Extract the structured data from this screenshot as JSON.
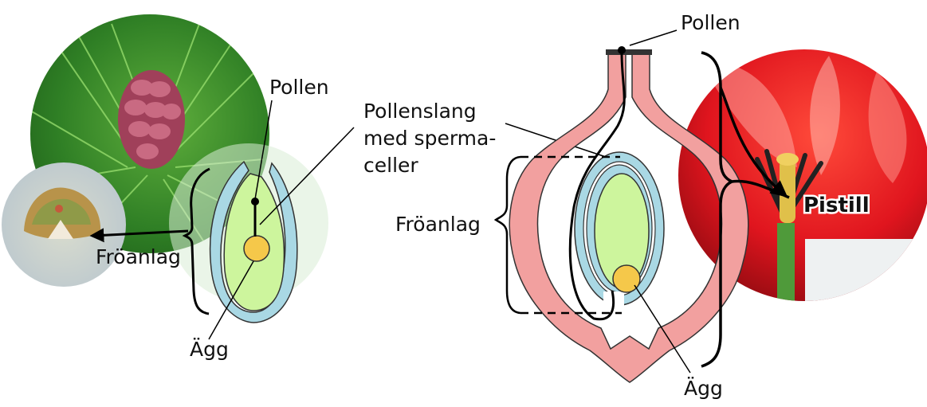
{
  "left": {
    "pollen_label": "Pollen",
    "ovule_label": "Fröanlag",
    "egg_label": "Ägg"
  },
  "middle": {
    "pollen_tube_label": [
      "Pollenslang",
      "med sperma-",
      "celler"
    ]
  },
  "right": {
    "pollen_label": "Pollen",
    "ovule_label": "Fröanlag",
    "egg_label": "Ägg",
    "pistil_label": "Pistill"
  },
  "colors": {
    "ovary_wall": "#f2a09f",
    "integument": "#a9d8e4",
    "nucellus": "#cdf59d",
    "egg_cell": "#f5c84a",
    "pine_background": "#3c8a2c",
    "cone": "#b8566e",
    "tulip_red": "#e0151e"
  },
  "icons": {
    "pine_photo": "pine-cone-photo",
    "scale_photo": "cone-scale-photo",
    "tulip_photo": "tulip-pistil-photo"
  }
}
